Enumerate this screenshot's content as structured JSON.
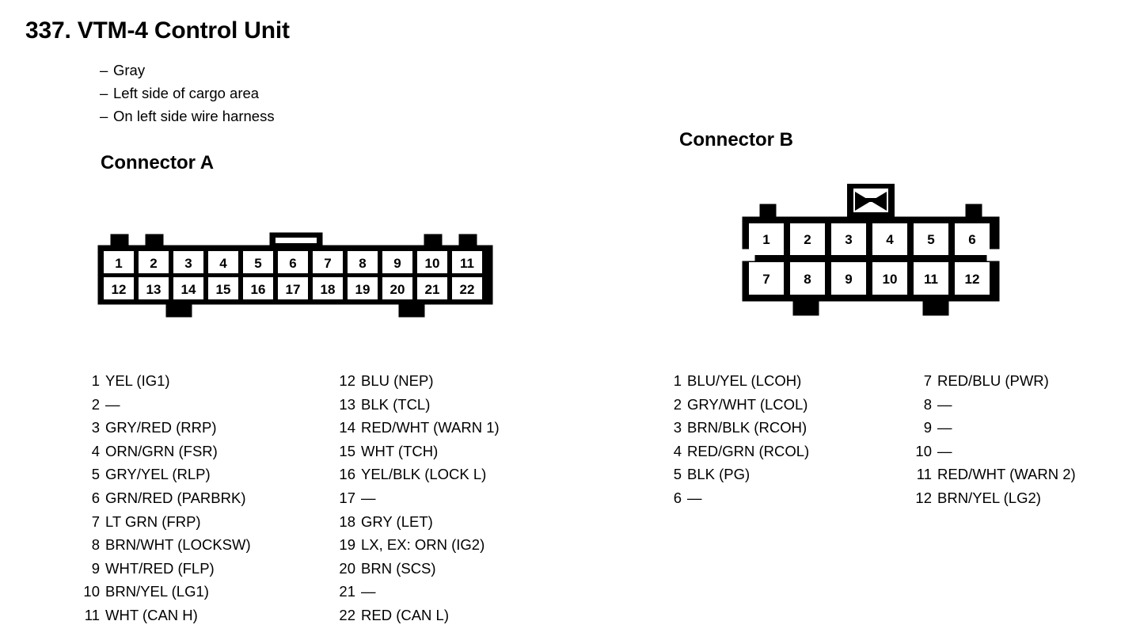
{
  "header": {
    "title": "337. VTM-4 Control Unit",
    "notes": [
      "Gray",
      "Left side of cargo area",
      "On left side wire harness"
    ],
    "note_dash": "–"
  },
  "empty_marker": "—",
  "connector_a": {
    "heading": "Connector A",
    "pin_count": 22,
    "top_row_pins": [
      "1",
      "2",
      "3",
      "4",
      "5",
      "6",
      "7",
      "8",
      "9",
      "10",
      "11"
    ],
    "bottom_row_pins": [
      "12",
      "13",
      "14",
      "15",
      "16",
      "17",
      "18",
      "19",
      "20",
      "21",
      "22"
    ],
    "pins_col1": [
      {
        "no": "1",
        "desc": "YEL (IG1)"
      },
      {
        "no": "2",
        "desc": "—"
      },
      {
        "no": "3",
        "desc": "GRY/RED (RRP)"
      },
      {
        "no": "4",
        "desc": "ORN/GRN (FSR)"
      },
      {
        "no": "5",
        "desc": "GRY/YEL (RLP)"
      },
      {
        "no": "6",
        "desc": "GRN/RED (PARBRK)"
      },
      {
        "no": "7",
        "desc": "LT GRN (FRP)"
      },
      {
        "no": "8",
        "desc": "BRN/WHT (LOCKSW)"
      },
      {
        "no": "9",
        "desc": "WHT/RED (FLP)"
      },
      {
        "no": "10",
        "desc": "BRN/YEL (LG1)"
      },
      {
        "no": "11",
        "desc": "WHT (CAN H)"
      }
    ],
    "pins_col2": [
      {
        "no": "12",
        "desc": "BLU (NEP)"
      },
      {
        "no": "13",
        "desc": "BLK (TCL)"
      },
      {
        "no": "14",
        "desc": "RED/WHT (WARN 1)"
      },
      {
        "no": "15",
        "desc": "WHT (TCH)"
      },
      {
        "no": "16",
        "desc": "YEL/BLK (LOCK L)"
      },
      {
        "no": "17",
        "desc": "—"
      },
      {
        "no": "18",
        "desc": "GRY (LET)"
      },
      {
        "no": "19",
        "desc": "LX, EX: ORN (IG2)"
      },
      {
        "no": "20",
        "desc": "BRN (SCS)"
      },
      {
        "no": "21",
        "desc": "—"
      },
      {
        "no": "22",
        "desc": "RED (CAN L)"
      }
    ]
  },
  "connector_b": {
    "heading": "Connector B",
    "pin_count": 12,
    "top_row_pins": [
      "1",
      "2",
      "3",
      "4",
      "5",
      "6"
    ],
    "bottom_row_pins": [
      "7",
      "8",
      "9",
      "10",
      "11",
      "12"
    ],
    "pins_col1": [
      {
        "no": "1",
        "desc": "BLU/YEL (LCOH)"
      },
      {
        "no": "2",
        "desc": "GRY/WHT (LCOL)"
      },
      {
        "no": "3",
        "desc": "BRN/BLK (RCOH)"
      },
      {
        "no": "4",
        "desc": "RED/GRN (RCOL)"
      },
      {
        "no": "5",
        "desc": "BLK (PG)"
      },
      {
        "no": "6",
        "desc": "—"
      }
    ],
    "pins_col2": [
      {
        "no": "7",
        "desc": "RED/BLU (PWR)"
      },
      {
        "no": "8",
        "desc": "—"
      },
      {
        "no": "9",
        "desc": "—"
      },
      {
        "no": "10",
        "desc": "—"
      },
      {
        "no": "11",
        "desc": "RED/WHT (WARN 2)"
      },
      {
        "no": "12",
        "desc": "BRN/YEL (LG2)"
      }
    ]
  }
}
